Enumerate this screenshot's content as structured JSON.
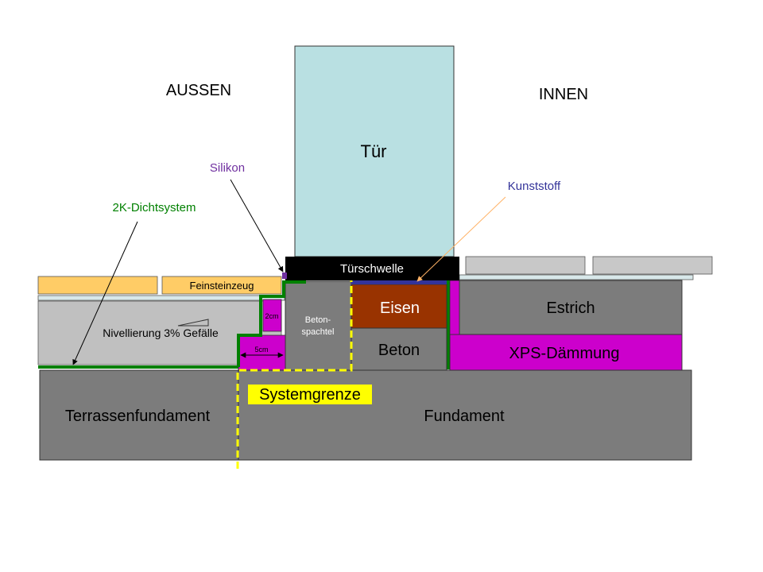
{
  "labels": {
    "outside": "AUSSEN",
    "inside": "INNEN",
    "door": "Tür",
    "silicone": "Silikon",
    "plastic": "Kunststoff",
    "sealing_system": "2K-Dichtsystem",
    "threshold": "Türschwelle",
    "tiles": "Feinsteinzeug",
    "leveling": "Nivellierung 3% Gefälle",
    "dim_2cm": "2cm",
    "dim_5cm": "5cm",
    "filler_line1": "Beton-",
    "filler_line2": "spachtel",
    "iron": "Eisen",
    "concrete": "Beton",
    "screed": "Estrich",
    "insulation": "XPS-Dämmung",
    "system_boundary": "Systemgrenze",
    "terrace_foundation": "Terrassenfundament",
    "foundation": "Fundament"
  },
  "colors": {
    "door": "#b9e0e2",
    "tile_outside": "#ffcc66",
    "tile_inside": "#c8c8c8",
    "gray_block": "#7c7c7c",
    "light_gray": "#c0c0c0",
    "iron": "#993300",
    "insulation": "#cc00cc",
    "sealing_green": "#008000",
    "boundary_yellow": "#ffff00",
    "threshold": "#000000",
    "plastic_blue": "#333399",
    "silicone_purple": "#7030a0",
    "label_green": "#008000",
    "label_purple": "#7030a0",
    "label_blue": "#333399",
    "arrow_orange": "#ffb266"
  }
}
